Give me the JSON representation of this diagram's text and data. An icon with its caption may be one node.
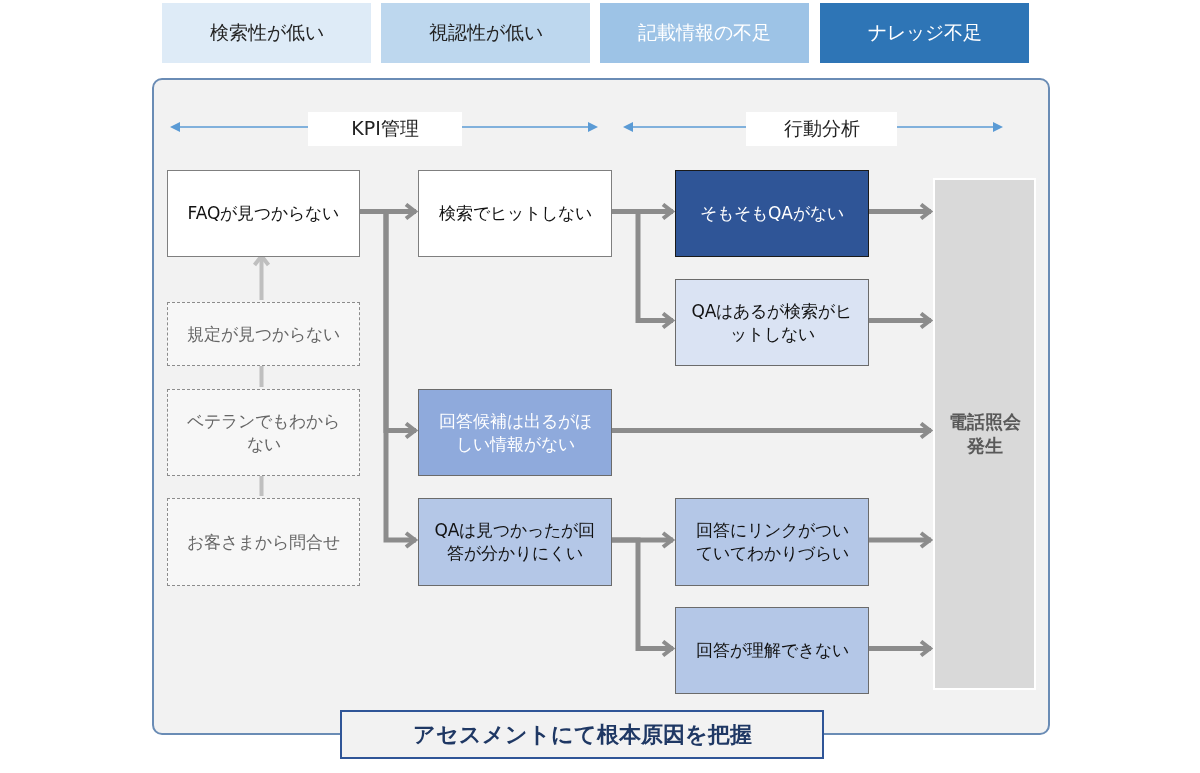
{
  "diagram": {
    "nodes": [
      {
        "text": [
          "アセスメントにて根本原因を把握"
        ]
      },
      {
        "text": [
          "FAQが見つからない"
        ],
        "in": 0
      },
      {
        "text": [
          "規定が見つからない"
        ],
        "in": 0
      },
      {
        "text": [
          "ベテランでもわからない"
        ],
        "in": 0
      },
      {
        "text": [
          "お客さまから問合せ"
        ],
        "in": 0
      },
      {
        "text": [
          "検索でヒットしない"
        ],
        "in": 0
      },
      {
        "text": [
          "回答候補は出るがほしい情報がない"
        ],
        "in": 0
      },
      {
        "text": [
          "QAは見つかったが回答が分かりにくい"
        ],
        "in": 0
      },
      {
        "text": [
          "そもそもQAがない"
        ],
        "in": 0
      },
      {
        "text": [
          "QAはあるが検索がヒットしない"
        ],
        "in": 0
      },
      {
        "text": [
          "回答にリンクがついていてわかりづらい"
        ],
        "in": 0
      },
      {
        "text": [
          "回答が理解できない"
        ],
        "in": 0
      },
      {
        "text": [
          "電話照会発生"
        ],
        "in": 0
      }
    ],
    "edges": [
      {
        "from": 4,
        "to": 3,
        "arrow": "none",
        "color": "#bfbfbf"
      },
      {
        "from": 3,
        "to": 2,
        "arrow": "none",
        "color": "#bfbfbf"
      },
      {
        "from": 2,
        "to": 1,
        "arrow": "to",
        "color": "#bfbfbf"
      },
      {
        "from": 1,
        "to": 5,
        "arrow": "to"
      },
      {
        "from": 1,
        "to": 6,
        "arrow": "to"
      },
      {
        "from": 1,
        "to": 7,
        "arrow": "to"
      },
      {
        "from": 5,
        "to": 8,
        "arrow": "to"
      },
      {
        "from": 5,
        "to": 9,
        "arrow": "to"
      },
      {
        "from": 7,
        "to": 10,
        "arrow": "to"
      },
      {
        "from": 7,
        "to": 11,
        "arrow": "to"
      },
      {
        "from": 8,
        "to": 12,
        "arrow": "to"
      },
      {
        "from": 9,
        "to": 12,
        "arrow": "to"
      },
      {
        "from": 6,
        "to": 12,
        "arrow": "to"
      },
      {
        "from": 10,
        "to": 12,
        "arrow": "to"
      },
      {
        "from": 11,
        "to": 12,
        "arrow": "to"
      }
    ],
    "labels": [
      "KPI管理",
      "行動分析"
    ],
    "legend": [
      {
        "text": "検索性が低い",
        "color": "#deebf7"
      },
      {
        "text": "視認性が低い",
        "color": "#bdd7ee"
      },
      {
        "text": "記載情報の不足",
        "color": "#9dc3e6"
      },
      {
        "text": "ナレッジ不足",
        "color": "#2e75b6"
      }
    ]
  }
}
